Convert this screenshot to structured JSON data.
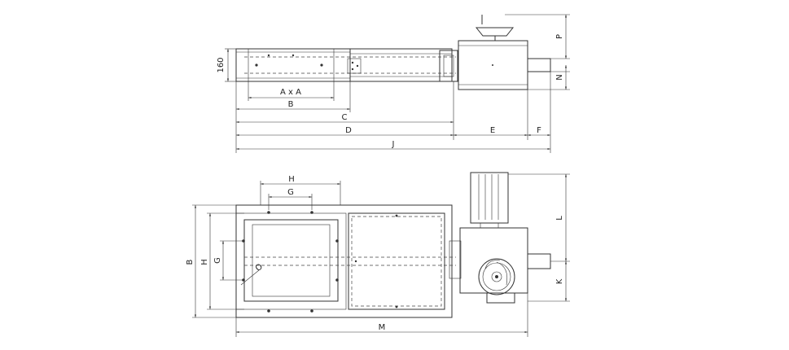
{
  "labels": {
    "d160": "160",
    "axa": "A x A",
    "b_top": "B",
    "c": "C",
    "d": "D",
    "j": "J",
    "e": "E",
    "f": "F",
    "p": "P",
    "n": "N",
    "h_top": "H",
    "g_top": "G",
    "b_left": "B",
    "h_left": "H",
    "g_left": "G",
    "o": "O",
    "m": "M",
    "l": "L",
    "k": "K"
  }
}
